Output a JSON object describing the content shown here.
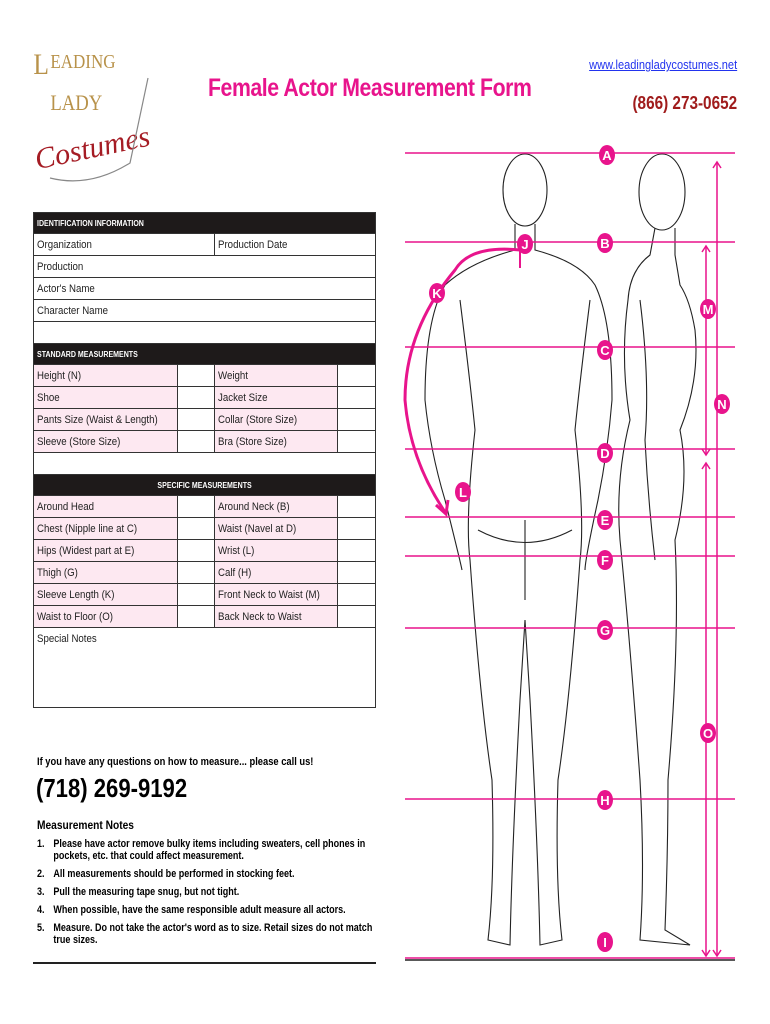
{
  "logo": {
    "line1": "LEADING",
    "line2": "LADY",
    "line3": "Costumes"
  },
  "header": {
    "title": "Female Actor Measurement Form",
    "url": "www.leadingladycostumes.net",
    "phone": "(866) 273-0652"
  },
  "identification": {
    "heading": "IDENTIFICATION INFORMATION",
    "organization": "Organization",
    "production_date": "Production Date",
    "production": "Production",
    "actors_name": "Actor's Name",
    "character_name": "Character Name"
  },
  "standard": {
    "heading": "STANDARD MEASUREMENTS",
    "rows": [
      {
        "left": "Height (N)",
        "right": "Weight"
      },
      {
        "left": "Shoe",
        "right": "Jacket Size"
      },
      {
        "left": "Pants Size (Waist & Length)",
        "right": "Collar (Store Size)"
      },
      {
        "left": "Sleeve (Store Size)",
        "right": "Bra (Store Size)"
      }
    ]
  },
  "specific": {
    "heading": "SPECIFIC MEASUREMENTS",
    "rows": [
      {
        "left": "Around Head",
        "right": "Around Neck (B)"
      },
      {
        "left": "Chest (Nipple line at C)",
        "right": "Waist (Navel at D)"
      },
      {
        "left": "Hips (Widest part at E)",
        "right": "Wrist (L)"
      },
      {
        "left": "Thigh (G)",
        "right": "Calf (H)"
      },
      {
        "left": "Sleeve Length (K)",
        "right": "Front  Neck to Waist (M)"
      },
      {
        "left": "Waist to Floor (O)",
        "right": "Back Neck to Waist"
      }
    ],
    "special_notes": "Special Notes"
  },
  "contact": {
    "question": "If you have any questions on how to measure... please call us!",
    "phone": "(718) 269-9192"
  },
  "notes": {
    "heading": "Measurement Notes",
    "items": [
      {
        "n": "1.",
        "text": "Please have actor remove bulky items including sweaters, cell phones in   pockets, etc. that could affect measurement."
      },
      {
        "n": "2.",
        "text": "All measurements should be performed in stocking feet."
      },
      {
        "n": "3.",
        "text": "Pull the measuring tape snug, but not tight."
      },
      {
        "n": "4.",
        "text": "When possible, have the same responsible adult measure all actors."
      },
      {
        "n": "5.",
        "text": "Measure.  Do not take the actor's word as to size.  Retail sizes do not match true sizes."
      }
    ]
  },
  "diagram": {
    "accent": "#e8148c",
    "labels": [
      "A",
      "B",
      "C",
      "D",
      "E",
      "F",
      "G",
      "H",
      "I",
      "J",
      "K",
      "L",
      "M",
      "N",
      "O"
    ]
  }
}
